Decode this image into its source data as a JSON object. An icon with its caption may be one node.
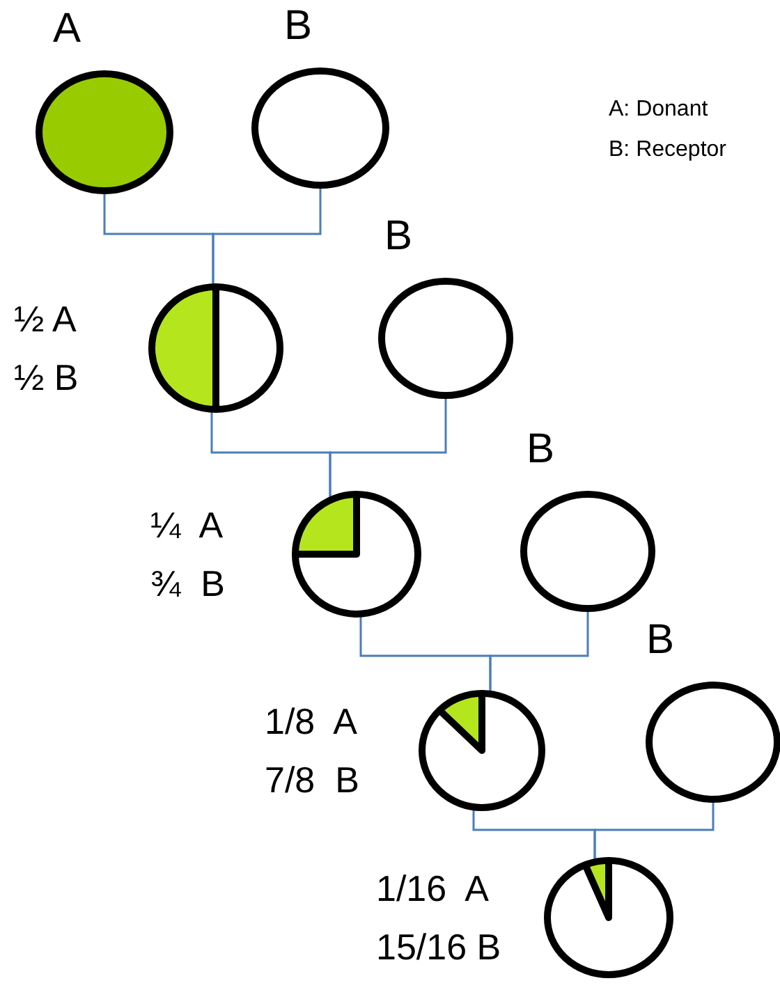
{
  "diagram": {
    "nodes": [
      {
        "text": [
          "A"
        ]
      },
      {
        "text": [
          "B"
        ]
      },
      {
        "text": [],
        "shape": "circle",
        "beside": [
          "½ A",
          "½ B"
        ]
      },
      {
        "text": [
          "B"
        ]
      },
      {
        "text": [],
        "shape": "circle",
        "beside": [
          "¼  A",
          "¾  B"
        ]
      },
      {
        "text": [
          "B"
        ]
      },
      {
        "text": [],
        "shape": "circle",
        "beside": [
          "1/8  A",
          "7/8  B"
        ]
      },
      {
        "text": [
          "B"
        ]
      },
      {
        "text": [],
        "shape": "circle",
        "beside": [
          "1/16  A",
          "15/16 B"
        ]
      }
    ],
    "edges": [
      {
        "from": 0,
        "to": 2,
        "arrow": "none"
      },
      {
        "from": 1,
        "to": 2,
        "arrow": "none"
      },
      {
        "from": 2,
        "to": 4,
        "arrow": "none"
      },
      {
        "from": 3,
        "to": 4,
        "arrow": "none"
      },
      {
        "from": 4,
        "to": 6,
        "arrow": "none"
      },
      {
        "from": 5,
        "to": 6,
        "arrow": "none"
      },
      {
        "from": 6,
        "to": 8,
        "arrow": "none"
      },
      {
        "from": 7,
        "to": 8,
        "arrow": "none"
      }
    ],
    "labels": [
      "A: Donant",
      "B: Receptor"
    ]
  }
}
